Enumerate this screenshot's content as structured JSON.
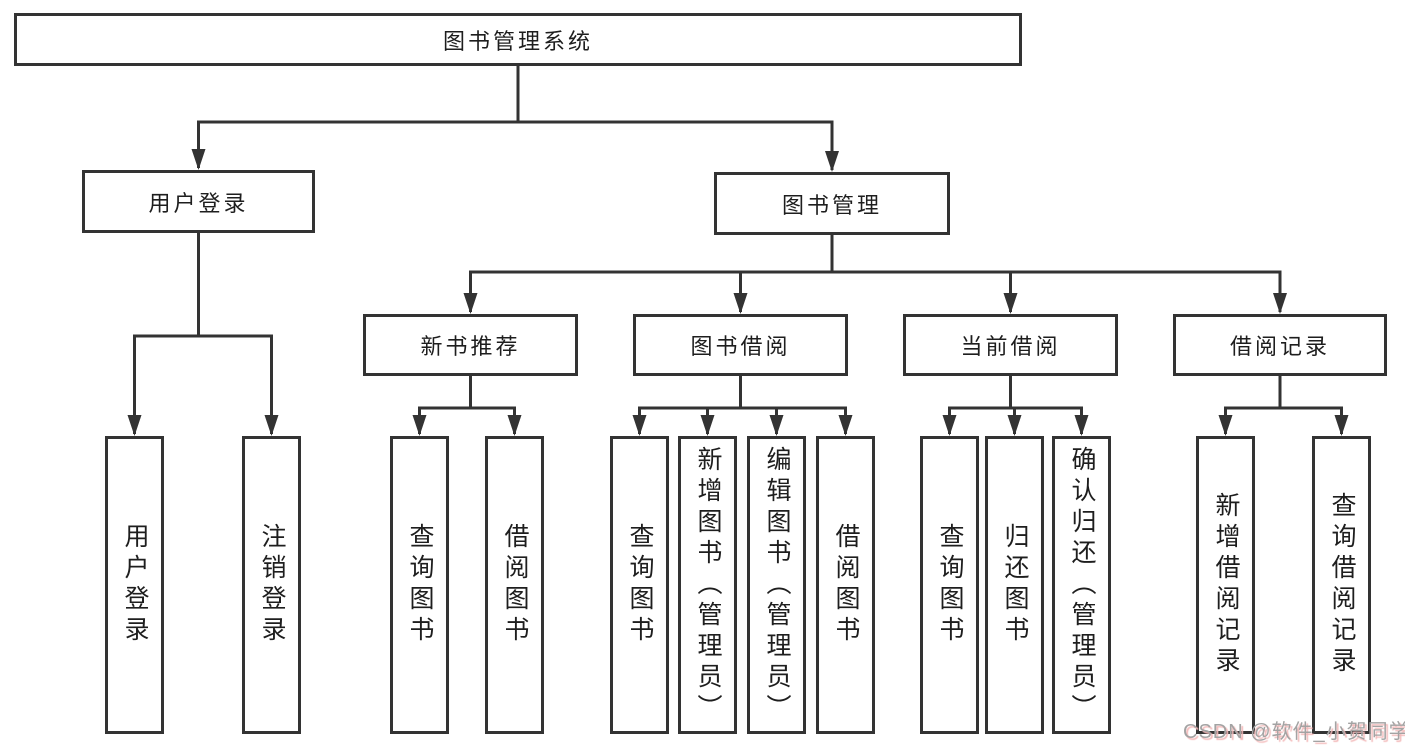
{
  "tree": {
    "label": "图书管理系统",
    "children": [
      {
        "label": "用户登录",
        "children": [
          {
            "label": "用户登录"
          },
          {
            "label": "注销登录"
          }
        ]
      },
      {
        "label": "图书管理",
        "children": [
          {
            "label": "新书推荐",
            "children": [
              {
                "label": "查询图书"
              },
              {
                "label": "借阅图书"
              }
            ]
          },
          {
            "label": "图书借阅",
            "children": [
              {
                "label": "查询图书"
              },
              {
                "label": "新增图书（管理员）"
              },
              {
                "label": "编辑图书（管理员）"
              },
              {
                "label": "借阅图书"
              }
            ]
          },
          {
            "label": "当前借阅",
            "children": [
              {
                "label": "查询图书"
              },
              {
                "label": "归还图书"
              },
              {
                "label": "确认归还（管理员）"
              }
            ]
          },
          {
            "label": "借阅记录",
            "children": [
              {
                "label": "新增借阅记录"
              },
              {
                "label": "查询借阅记录"
              }
            ]
          }
        ]
      }
    ]
  },
  "watermark": {
    "text": "CSDN @软件_小贺同学"
  },
  "colors": {
    "background": "#ffffff",
    "line": "#333333",
    "box_border": "#333333",
    "text": "#1e1e1e",
    "watermark_text": "#a3a3a3",
    "watermark_shadow": "#f3b9b9"
  }
}
